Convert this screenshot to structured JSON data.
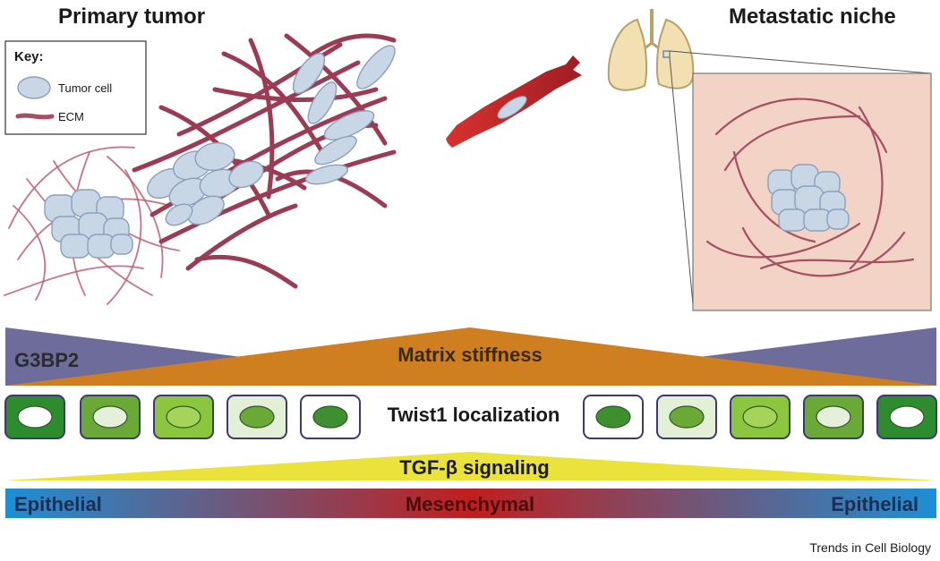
{
  "labels": {
    "primary_tumor": "Primary tumor",
    "metastatic_niche": "Metastatic niche",
    "g3bp2": "G3BP2",
    "matrix_stiffness": "Matrix stiffness",
    "twist1": "Twist1 localization",
    "tgfb": "TGF-β signaling",
    "epithelial_left": "Epithelial",
    "mesenchymal": "Mesenchymal",
    "epithelial_right": "Epithelial",
    "credit": "Trends in Cell Biology"
  },
  "key": {
    "title": "Key:",
    "tumor_cell": "Tumor cell",
    "ecm": "ECM"
  },
  "colors": {
    "g3bp2_band": "#6d6c9a",
    "stiffness_band": "#cf7f1f",
    "tgfb_band": "#eae33b",
    "epithelial": "#1d8fd5",
    "mesenchymal": "#c21e1e",
    "tumor_cell": "#c9d6e6",
    "ecm": "#a84d62",
    "niche_box": "#f2d3c6",
    "lung": "#f2dfb2",
    "migrating_cell": "#b9262a"
  },
  "twist_cells": [
    {
      "box": "#2e8b2e",
      "nucleus": "#ffffff"
    },
    {
      "box": "#6aa838",
      "nucleus": "#e6efd9"
    },
    {
      "box": "#8cc63f",
      "nucleus": "#a6d35a"
    },
    {
      "box": "#e4efd8",
      "nucleus": "#6aa838"
    },
    {
      "box": "#ffffff",
      "nucleus": "#3d8f2f"
    },
    {
      "box": "#ffffff",
      "nucleus": "#3d8f2f"
    },
    {
      "box": "#e4efd8",
      "nucleus": "#6aa838"
    },
    {
      "box": "#8cc63f",
      "nucleus": "#a6d35a"
    },
    {
      "box": "#6aa838",
      "nucleus": "#e6efd9"
    },
    {
      "box": "#2e8b2e",
      "nucleus": "#ffffff"
    }
  ]
}
